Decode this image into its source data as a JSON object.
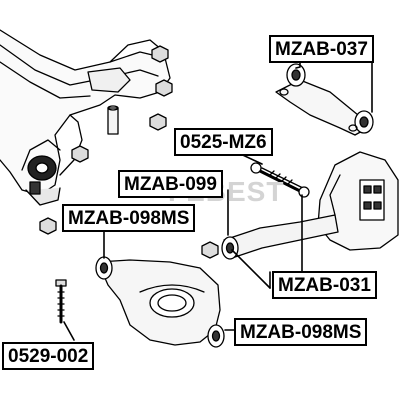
{
  "watermark": "FEBEST",
  "labels": {
    "upper_arm": "MZAB-037",
    "toe_link": "0525-MZ6",
    "link_bushing": "MZAB-099",
    "lower_arm_bushing_left": "MZAB-098MS",
    "lateral_arm_bushing": "MZAB-031",
    "lower_arm_bushing_right": "MZAB-098MS",
    "bolt": "0529-002"
  }
}
